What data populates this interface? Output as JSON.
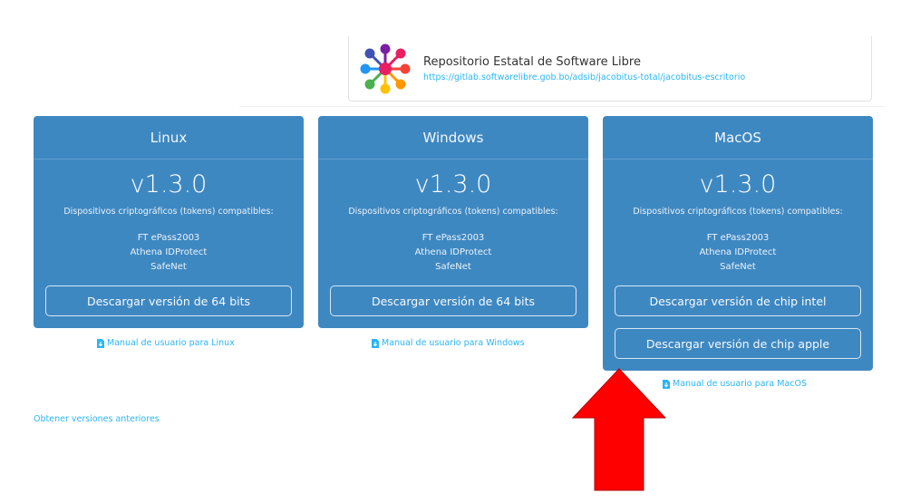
{
  "repo": {
    "title": "Repositorio Estatal de Software Libre",
    "url": "https://gitlab.softwarelibre.gob.bo/adsib/jacobitus-total/jacobitus-escritorio"
  },
  "cards": [
    {
      "os": "Linux",
      "version": "v1.3.0",
      "compat_label": "Dispositivos criptográficos (tokens) compatibles:",
      "devices": [
        "FT ePass2003",
        "Athena IDProtect",
        "SafeNet"
      ],
      "buttons": [
        "Descargar versión de 64 bits"
      ],
      "manual": "Manual de usuario para Linux"
    },
    {
      "os": "Windows",
      "version": "v1.3.0",
      "compat_label": "Dispositivos criptográficos (tokens) compatibles:",
      "devices": [
        "FT ePass2003",
        "Athena IDProtect",
        "SafeNet"
      ],
      "buttons": [
        "Descargar versión de 64 bits"
      ],
      "manual": "Manual de usuario para Windows"
    },
    {
      "os": "MacOS",
      "version": "v1.3.0",
      "compat_label": "Dispositivos criptográficos (tokens) compatibles:",
      "devices": [
        "FT ePass2003",
        "Athena IDProtect",
        "SafeNet"
      ],
      "buttons": [
        "Descargar versión de chip intel",
        "Descargar versión de chip apple"
      ],
      "manual": "Manual de usuario para MacOS"
    }
  ],
  "older_versions": "Obtener versiones anteriores",
  "colors": {
    "card": "#3e88c2",
    "link": "#29b6f6",
    "arrow": "#ff0000"
  },
  "icons": {
    "repo_logo": "colorful-dots-logo",
    "manual": "file-download-icon",
    "annotation": "red-up-arrow"
  }
}
